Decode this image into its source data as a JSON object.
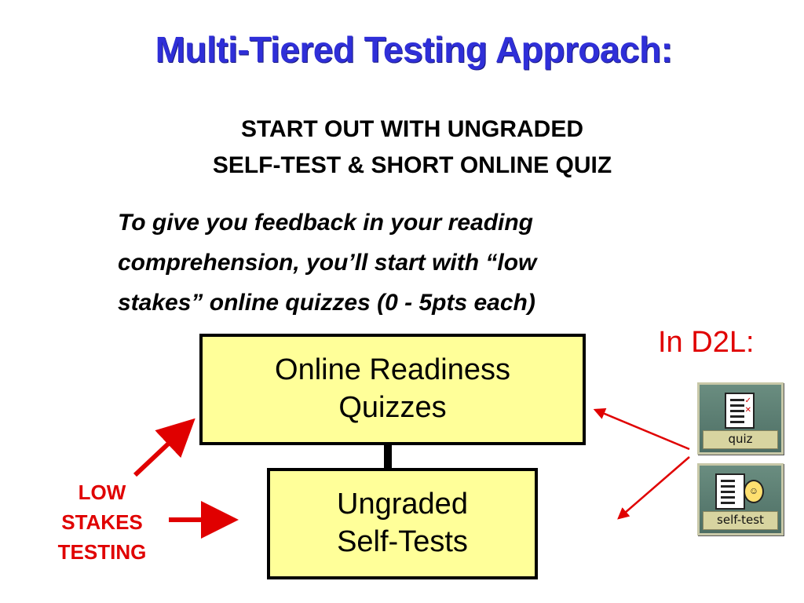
{
  "slide": {
    "title": "Multi-Tiered Testing Approach:",
    "subtitle_line1": "START OUT WITH UNGRADED",
    "subtitle_line2": "SELF-TEST & SHORT ONLINE QUIZ",
    "description_line1": "To give you feedback in your reading",
    "description_line2": "comprehension, you’ll start with “low",
    "description_line3": "stakes” online quizzes (0 - 5pts each)"
  },
  "diagram": {
    "top_box_line1": "Online Readiness",
    "top_box_line2": "Quizzes",
    "bottom_box_line1": "Ungraded",
    "bottom_box_line2": "Self-Tests",
    "left_label_line1": "LOW",
    "left_label_line2": "STAKES",
    "left_label_line3": "TESTING",
    "right_label": "In D2L:"
  },
  "icons": {
    "quiz_label": "quiz",
    "self_test_label": "self-test"
  },
  "colors": {
    "title": "#2f2fd8",
    "accent_red": "#e00000",
    "box_fill": "#ffff99",
    "icon_bg": "#5a7d70"
  }
}
